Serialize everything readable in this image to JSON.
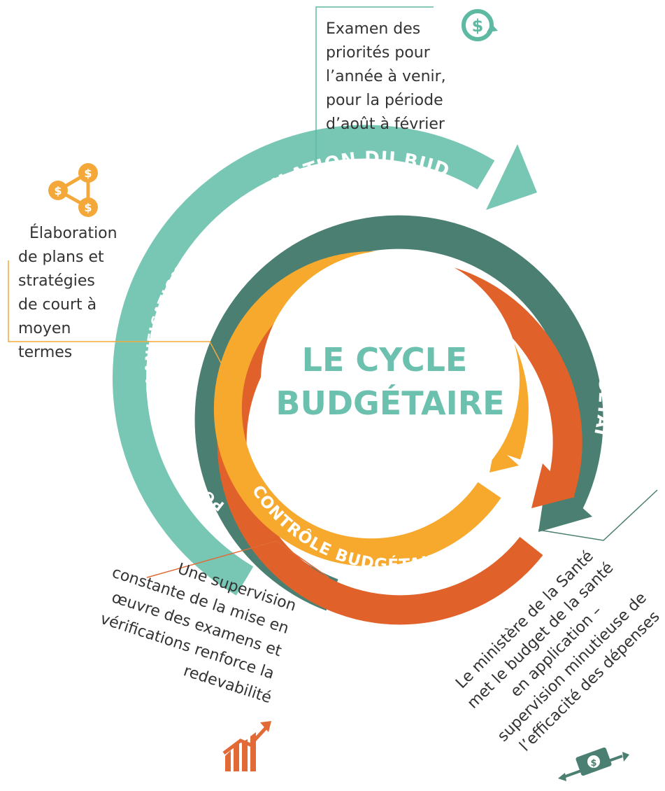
{
  "center_title": [
    "LE CYCLE",
    "BUDGÉTAIRE"
  ],
  "rings": {
    "formulation": "FORMULATION DU BUDGET",
    "execution": "EXÉCUTION BUDGÉTAIRE",
    "controle": "CONTRÔLE BUDGÉTAIRE",
    "politiques": "POLITIQUES ET PLANIFICATION STRATÉGIQUE"
  },
  "notes": {
    "top": [
      "Examen des",
      "priorités pour",
      "l’année à venir,",
      "pour la période",
      "d’août à février"
    ],
    "left": [
      "Élaboration",
      "de plans et",
      "stratégies",
      "de court à",
      "moyen",
      "termes"
    ],
    "bottom_left": [
      "Une supervision",
      "constante de la mise en",
      "œuvre des examens et",
      "vérifications renforce la",
      "redevabilité"
    ],
    "bottom_right": [
      "Le ministère de la Santé",
      "met le budget de la santé",
      "en application –",
      "supervision minutieuse de",
      "l’efficacité des dépenses"
    ]
  },
  "icons": {
    "top": "dollar-cycle-icon",
    "left": "dollar-network-icon",
    "bottom_left": "growth-chart-icon",
    "bottom_right": "money-transfer-icon"
  },
  "colors": {
    "teal_light": "#78c6b4",
    "teal_dark": "#4a7f72",
    "orange": "#e0622a",
    "yellow": "#f7a92d",
    "center_text": "#6cc0ae",
    "callout_teal": "#5eb9a3",
    "callout_orange": "#f4a83a",
    "callout_red": "#e16a36"
  }
}
